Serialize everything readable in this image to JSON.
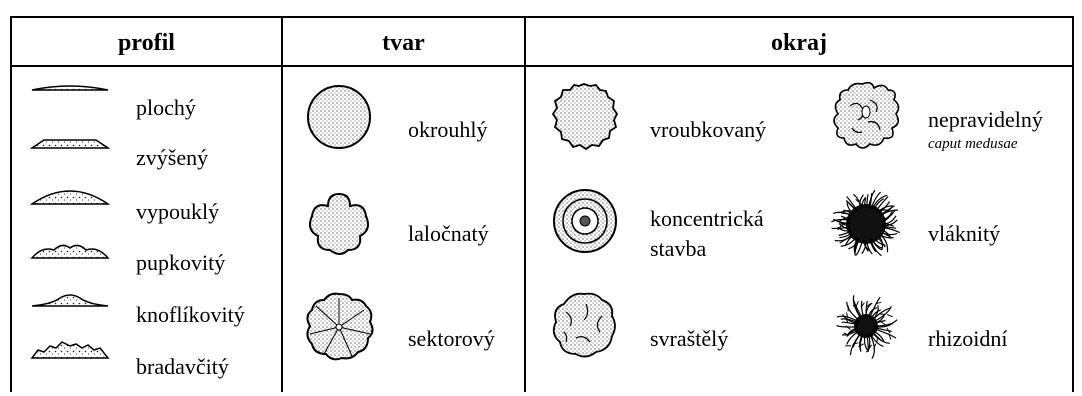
{
  "headers": {
    "profil": "profil",
    "tvar": "tvar",
    "okraj": "okraj"
  },
  "profil": [
    "plochý",
    "zvýšený",
    "vypouklý",
    "pupkovitý",
    "knoflíkovitý",
    "bradavčitý"
  ],
  "tvar": [
    "okrouhlý",
    "laločnatý",
    "sektorový"
  ],
  "okraj": {
    "vroubkovany": "vroubkovaný",
    "koncentricka_1": "koncentrická",
    "koncentricka_2": "stavba",
    "svrastely": "svraštělý",
    "nepravidelny": "nepravidelný",
    "caput": "caput medusae",
    "vlaknity": "vláknitý",
    "rhizoidni": "rhizoidní"
  }
}
